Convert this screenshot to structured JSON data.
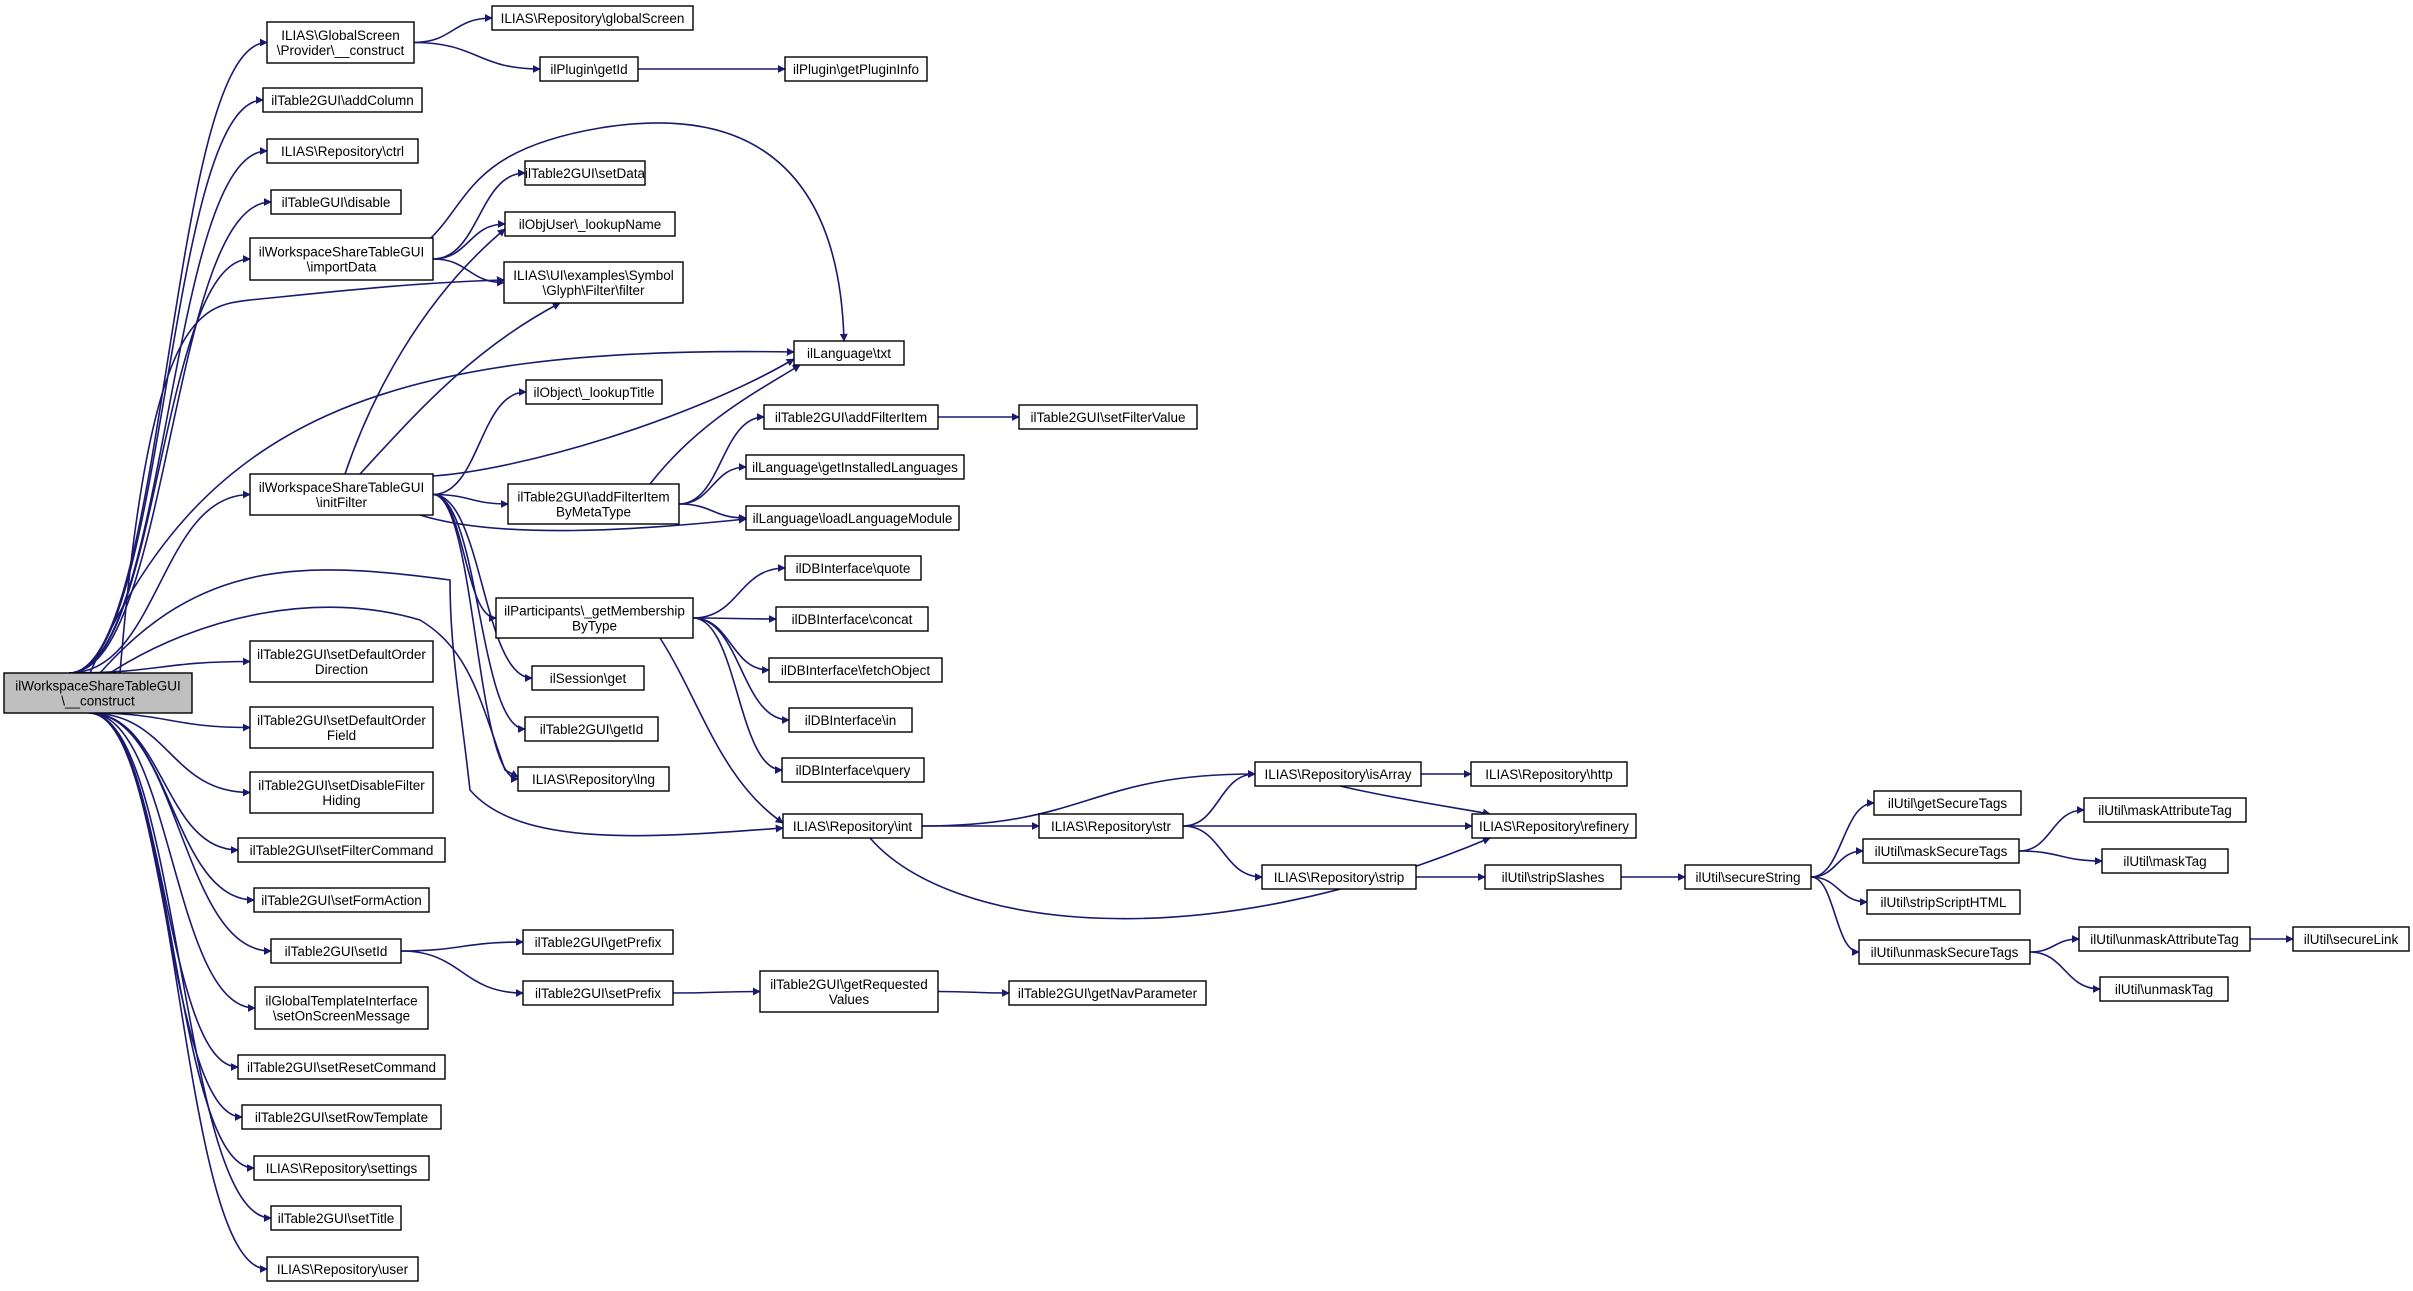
{
  "graph": {
    "root": "n0",
    "nodes": [
      {
        "id": "n0",
        "lines": [
          "ilWorkspaceShareTableGUI",
          "\\__construct"
        ],
        "root": true
      },
      {
        "id": "n1",
        "lines": [
          "ILIAS\\GlobalScreen",
          "\\Provider\\__construct"
        ]
      },
      {
        "id": "n2",
        "lines": [
          "ILIAS\\Repository\\globalScreen"
        ]
      },
      {
        "id": "n3",
        "lines": [
          "ilPlugin\\getId"
        ]
      },
      {
        "id": "n4",
        "lines": [
          "ilPlugin\\getPluginInfo"
        ]
      },
      {
        "id": "n5",
        "lines": [
          "ilTable2GUI\\addColumn"
        ]
      },
      {
        "id": "n6",
        "lines": [
          "ILIAS\\Repository\\ctrl"
        ]
      },
      {
        "id": "n7",
        "lines": [
          "ilTableGUI\\disable"
        ]
      },
      {
        "id": "n8",
        "lines": [
          "ilWorkspaceShareTableGUI",
          "\\importData"
        ]
      },
      {
        "id": "n9",
        "lines": [
          "ilTable2GUI\\setData"
        ]
      },
      {
        "id": "n10",
        "lines": [
          "ilObjUser\\_lookupName"
        ]
      },
      {
        "id": "n11",
        "lines": [
          "ILIAS\\UI\\examples\\Symbol",
          "\\Glyph\\Filter\\filter"
        ]
      },
      {
        "id": "n12",
        "lines": [
          "ilLanguage\\txt"
        ]
      },
      {
        "id": "n13",
        "lines": [
          "ilObject\\_lookupTitle"
        ]
      },
      {
        "id": "n14",
        "lines": [
          "ilTable2GUI\\addFilterItem"
        ]
      },
      {
        "id": "n15",
        "lines": [
          "ilTable2GUI\\setFilterValue"
        ]
      },
      {
        "id": "n16",
        "lines": [
          "ilWorkspaceShareTableGUI",
          "\\initFilter"
        ]
      },
      {
        "id": "n17",
        "lines": [
          "ilTable2GUI\\addFilterItem",
          "ByMetaType"
        ]
      },
      {
        "id": "n18",
        "lines": [
          "ilLanguage\\getInstalledLanguages"
        ]
      },
      {
        "id": "n19",
        "lines": [
          "ilLanguage\\loadLanguageModule"
        ]
      },
      {
        "id": "n20",
        "lines": [
          "ilDBInterface\\quote"
        ]
      },
      {
        "id": "n21",
        "lines": [
          "ilParticipants\\_getMembership",
          "ByType"
        ]
      },
      {
        "id": "n22",
        "lines": [
          "ilDBInterface\\concat"
        ]
      },
      {
        "id": "n23",
        "lines": [
          "ilDBInterface\\fetchObject"
        ]
      },
      {
        "id": "n24",
        "lines": [
          "ilSession\\get"
        ]
      },
      {
        "id": "n25",
        "lines": [
          "ilDBInterface\\in"
        ]
      },
      {
        "id": "n26",
        "lines": [
          "ilTable2GUI\\getId"
        ]
      },
      {
        "id": "n27",
        "lines": [
          "ilDBInterface\\query"
        ]
      },
      {
        "id": "n28",
        "lines": [
          "ILIAS\\Repository\\lng"
        ]
      },
      {
        "id": "n29",
        "lines": [
          "ILIAS\\Repository\\isArray"
        ]
      },
      {
        "id": "n30",
        "lines": [
          "ILIAS\\Repository\\http"
        ]
      },
      {
        "id": "n31",
        "lines": [
          "ILIAS\\Repository\\int"
        ]
      },
      {
        "id": "n32",
        "lines": [
          "ILIAS\\Repository\\str"
        ]
      },
      {
        "id": "n33",
        "lines": [
          "ILIAS\\Repository\\refinery"
        ]
      },
      {
        "id": "n34",
        "lines": [
          "ILIAS\\Repository\\strip"
        ]
      },
      {
        "id": "n35",
        "lines": [
          "ilUtil\\stripSlashes"
        ]
      },
      {
        "id": "n36",
        "lines": [
          "ilUtil\\secureString"
        ]
      },
      {
        "id": "n37",
        "lines": [
          "ilUtil\\getSecureTags"
        ]
      },
      {
        "id": "n38",
        "lines": [
          "ilUtil\\maskSecureTags"
        ]
      },
      {
        "id": "n39",
        "lines": [
          "ilUtil\\maskAttributeTag"
        ]
      },
      {
        "id": "n40",
        "lines": [
          "ilUtil\\maskTag"
        ]
      },
      {
        "id": "n41",
        "lines": [
          "ilUtil\\stripScriptHTML"
        ]
      },
      {
        "id": "n42",
        "lines": [
          "ilUtil\\unmaskSecureTags"
        ]
      },
      {
        "id": "n43",
        "lines": [
          "ilUtil\\unmaskAttributeTag"
        ]
      },
      {
        "id": "n44",
        "lines": [
          "ilUtil\\secureLink"
        ]
      },
      {
        "id": "n45",
        "lines": [
          "ilUtil\\unmaskTag"
        ]
      },
      {
        "id": "n46",
        "lines": [
          "ilTable2GUI\\setDefaultOrder",
          "Direction"
        ]
      },
      {
        "id": "n47",
        "lines": [
          "ilTable2GUI\\setDefaultOrder",
          "Field"
        ]
      },
      {
        "id": "n48",
        "lines": [
          "ilTable2GUI\\setDisableFilter",
          "Hiding"
        ]
      },
      {
        "id": "n49",
        "lines": [
          "ilTable2GUI\\setFilterCommand"
        ]
      },
      {
        "id": "n50",
        "lines": [
          "ilTable2GUI\\setFormAction"
        ]
      },
      {
        "id": "n51",
        "lines": [
          "ilTable2GUI\\setId"
        ]
      },
      {
        "id": "n52",
        "lines": [
          "ilTable2GUI\\getPrefix"
        ]
      },
      {
        "id": "n53",
        "lines": [
          "ilTable2GUI\\setPrefix"
        ]
      },
      {
        "id": "n54",
        "lines": [
          "ilTable2GUI\\getRequested",
          "Values"
        ]
      },
      {
        "id": "n55",
        "lines": [
          "ilTable2GUI\\getNavParameter"
        ]
      },
      {
        "id": "n56",
        "lines": [
          "ilGlobalTemplateInterface",
          "\\setOnScreenMessage"
        ]
      },
      {
        "id": "n57",
        "lines": [
          "ilTable2GUI\\setResetCommand"
        ]
      },
      {
        "id": "n58",
        "lines": [
          "ilTable2GUI\\setRowTemplate"
        ]
      },
      {
        "id": "n59",
        "lines": [
          "ILIAS\\Repository\\settings"
        ]
      },
      {
        "id": "n60",
        "lines": [
          "ilTable2GUI\\setTitle"
        ]
      },
      {
        "id": "n61",
        "lines": [
          "ILIAS\\Repository\\user"
        ]
      }
    ],
    "edges": [
      [
        "n0",
        "n1"
      ],
      [
        "n0",
        "n5"
      ],
      [
        "n0",
        "n6"
      ],
      [
        "n0",
        "n7"
      ],
      [
        "n0",
        "n8"
      ],
      [
        "n0",
        "n11"
      ],
      [
        "n0",
        "n12"
      ],
      [
        "n0",
        "n16"
      ],
      [
        "n0",
        "n28"
      ],
      [
        "n0",
        "n31"
      ],
      [
        "n0",
        "n46"
      ],
      [
        "n0",
        "n47"
      ],
      [
        "n0",
        "n48"
      ],
      [
        "n0",
        "n49"
      ],
      [
        "n0",
        "n50"
      ],
      [
        "n0",
        "n51"
      ],
      [
        "n0",
        "n56"
      ],
      [
        "n0",
        "n57"
      ],
      [
        "n0",
        "n58"
      ],
      [
        "n0",
        "n59"
      ],
      [
        "n0",
        "n60"
      ],
      [
        "n0",
        "n61"
      ],
      [
        "n1",
        "n2"
      ],
      [
        "n1",
        "n3"
      ],
      [
        "n3",
        "n4"
      ],
      [
        "n8",
        "n9"
      ],
      [
        "n8",
        "n10"
      ],
      [
        "n8",
        "n11"
      ],
      [
        "n8",
        "n12"
      ],
      [
        "n16",
        "n10"
      ],
      [
        "n16",
        "n11"
      ],
      [
        "n16",
        "n12"
      ],
      [
        "n16",
        "n13"
      ],
      [
        "n16",
        "n17"
      ],
      [
        "n16",
        "n19"
      ],
      [
        "n16",
        "n21"
      ],
      [
        "n16",
        "n24"
      ],
      [
        "n16",
        "n26"
      ],
      [
        "n16",
        "n28"
      ],
      [
        "n14",
        "n15"
      ],
      [
        "n17",
        "n12"
      ],
      [
        "n17",
        "n14"
      ],
      [
        "n17",
        "n18"
      ],
      [
        "n17",
        "n19"
      ],
      [
        "n21",
        "n20"
      ],
      [
        "n21",
        "n22"
      ],
      [
        "n21",
        "n23"
      ],
      [
        "n21",
        "n25"
      ],
      [
        "n21",
        "n27"
      ],
      [
        "n21",
        "n31"
      ],
      [
        "n29",
        "n30"
      ],
      [
        "n29",
        "n33"
      ],
      [
        "n31",
        "n29"
      ],
      [
        "n31",
        "n32"
      ],
      [
        "n31",
        "n33"
      ],
      [
        "n32",
        "n29"
      ],
      [
        "n32",
        "n33"
      ],
      [
        "n32",
        "n34"
      ],
      [
        "n34",
        "n35"
      ],
      [
        "n35",
        "n36"
      ],
      [
        "n36",
        "n37"
      ],
      [
        "n36",
        "n38"
      ],
      [
        "n36",
        "n41"
      ],
      [
        "n36",
        "n42"
      ],
      [
        "n38",
        "n39"
      ],
      [
        "n38",
        "n40"
      ],
      [
        "n42",
        "n43"
      ],
      [
        "n42",
        "n45"
      ],
      [
        "n43",
        "n44"
      ],
      [
        "n51",
        "n52"
      ],
      [
        "n51",
        "n53"
      ],
      [
        "n53",
        "n54"
      ],
      [
        "n54",
        "n55"
      ]
    ]
  }
}
